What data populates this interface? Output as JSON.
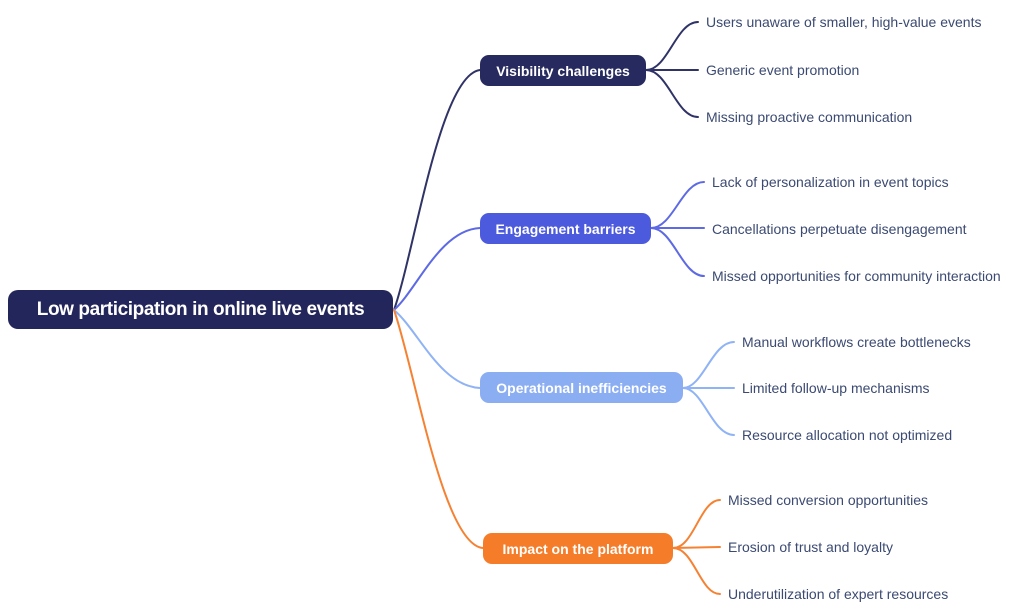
{
  "canvas": {
    "background": "#ffffff"
  },
  "root": {
    "label": "Low participation in online live events",
    "bg_color": "#23265a",
    "text_color": "#ffffff"
  },
  "leaf_text_color": "#3b4a72",
  "branches": [
    {
      "label": "Visibility challenges",
      "box_color": "#262a5e",
      "line_color": "#2f3366",
      "children": [
        "Users unaware of smaller, high-value events",
        "Generic event promotion",
        "Missing proactive communication"
      ]
    },
    {
      "label": "Engagement barriers",
      "box_color": "#4c5ade",
      "line_color": "#5d6ae3",
      "children": [
        "Lack of personalization in event topics",
        "Cancellations perpetuate disengagement",
        "Missed opportunities for community interaction"
      ]
    },
    {
      "label": "Operational inefficiencies",
      "box_color": "#8badf2",
      "line_color": "#8fb3f5",
      "children": [
        "Manual workflows create bottlenecks",
        "Limited follow-up mechanisms",
        "Resource allocation not optimized"
      ]
    },
    {
      "label": "Impact on the platform",
      "box_color": "#f57d2a",
      "line_color": "#f58233",
      "children": [
        "Missed conversion opportunities",
        "Erosion of trust and loyalty",
        "Underutilization of expert resources"
      ]
    }
  ]
}
